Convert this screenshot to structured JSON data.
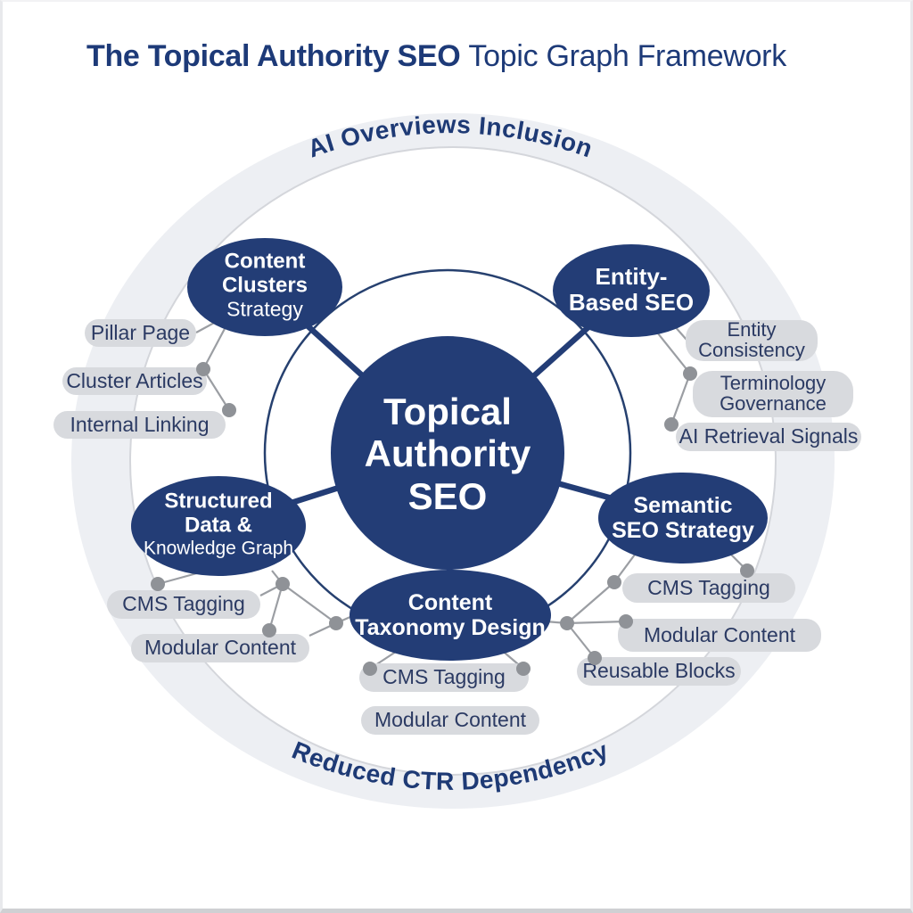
{
  "title": {
    "part1": "The Topical Authority SEO",
    "part2": "Topic Graph Framework"
  },
  "ring": {
    "top_label": "AI Overviews Inclusion",
    "bottom_label": "Reduced CTR Dependency"
  },
  "center_node": {
    "line1": "Topical",
    "line2": "Authority",
    "line3": "SEO"
  },
  "nodes": {
    "content_clusters": {
      "line1": "Content",
      "line2": "Clusters",
      "line3": "Strategy"
    },
    "entity_based": {
      "line1": "Entity-",
      "line2": "Based SEO"
    },
    "structured_data": {
      "line1": "Structured",
      "line2": "Data &",
      "line3": "Knowledge Graph"
    },
    "semantic_seo": {
      "line1": "Semantic",
      "line2": "SEO Strategy"
    },
    "content_taxonomy": {
      "line1": "Content",
      "line2": "Taxonomy Design"
    }
  },
  "pills": {
    "pillar_page": "Pillar Page",
    "cluster_articles": "Cluster Articles",
    "internal_linking": "Internal Linking",
    "entity_consistency_line1": "Entity",
    "entity_consistency_line2": "Consistency",
    "terminology_governance_line1": "Terminology",
    "terminology_governance_line2": "Governance",
    "ai_retrieval_signals": "AI Retrieval Signals",
    "sd_cms_tagging": "CMS Tagging",
    "sd_modular_content": "Modular Content",
    "ct_cms_tagging": "CMS Tagging",
    "ct_modular_content": "Modular Content",
    "ss_cms_tagging": "CMS Tagging",
    "ss_modular_content": "Modular Content",
    "ss_reusable_blocks": "Reusable Blocks"
  },
  "colors": {
    "navy": "#233d76",
    "title_navy": "#1d3a78",
    "ring_gray": "#edeff3",
    "ring_edge": "#d4d6db",
    "pill_bg": "#d8dade",
    "pill_text": "#2b3a63",
    "relation_line": "#9b9ea3",
    "relation_dot": "#8f9297",
    "node_text": "#ffffff"
  }
}
